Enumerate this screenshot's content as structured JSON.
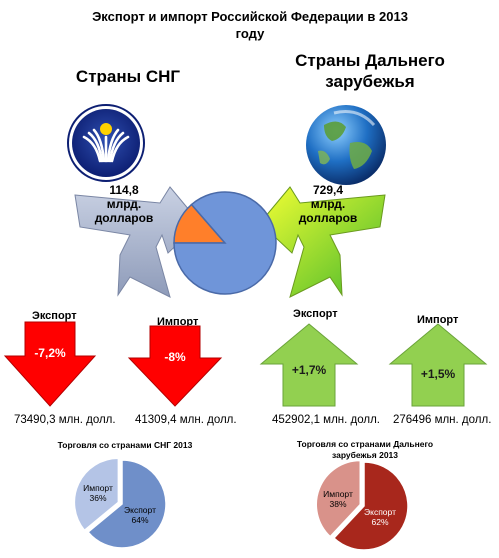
{
  "header": {
    "title": "Экспорт и импорт Российской Федерации в 2013\nгоду",
    "left_group": "Страны СНГ",
    "right_group": "Страны Дальнего\nзарубежья"
  },
  "totals": {
    "cis_amount": "114,8\nмлрд.\nдолларов",
    "far_amount": "729,4\nмлрд.\nдолларов"
  },
  "indicators": {
    "cis_export_label": "Экспорт",
    "cis_export_change": "-7,2%",
    "cis_export_value": "73490,3  млн. долл.",
    "cis_import_label": "Импорт",
    "cis_import_change": "-8%",
    "cis_import_value": "41309,4  млн. долл.",
    "far_export_label": "Экспорт",
    "far_export_change": "+1,7%",
    "far_export_value": "452902,1  млн. долл.",
    "far_import_label": "Импорт",
    "far_import_change": "+1,5%",
    "far_import_value": "276496 млн. долл."
  },
  "colors": {
    "red_arrow": "#ff0000",
    "green_arrow": "#92d050",
    "blue_pie": "#6f95d9",
    "orange_slice": "#ff7f2a",
    "cis_pie_export": "#6f8fc9",
    "cis_pie_import": "#b4c4e6",
    "far_pie_export": "#a8271c",
    "far_pie_import": "#d9928a"
  },
  "chart_data": [
    {
      "type": "pie",
      "title": "",
      "labels": [
        "",
        ""
      ],
      "values": [
        114.8,
        729.4
      ]
    },
    {
      "type": "pie",
      "title": "Торговля со странами СНГ 2013",
      "labels": [
        "Экспорт",
        "Импорт"
      ],
      "percent_labels": [
        "64%",
        "36%"
      ],
      "values": [
        64,
        36
      ]
    },
    {
      "type": "pie",
      "title": "Торговля со странами Дальнего\nзарубежья 2013",
      "labels": [
        "Экспорт",
        "Импорт"
      ],
      "percent_labels": [
        "62%",
        "38%"
      ],
      "values": [
        62,
        38
      ]
    }
  ]
}
